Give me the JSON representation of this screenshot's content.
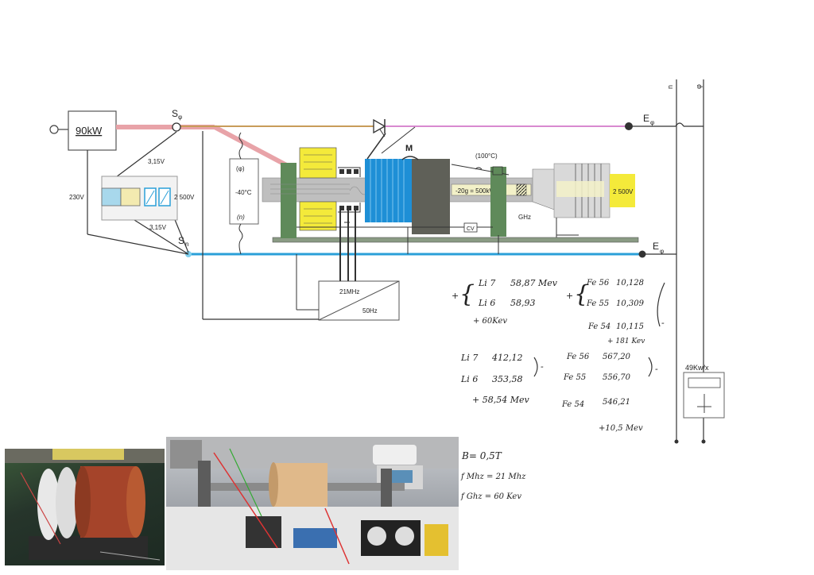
{
  "diagram": {
    "power_box": "90kW",
    "s_phi": "S",
    "s_phi_sub": "φ",
    "s_n": "S",
    "s_n_sub": "n",
    "e_phi_top": "E",
    "e_phi_top_sub": "φ",
    "e_phi_bottom": "E",
    "e_phi_bottom_sub": "φ",
    "bus_n": "n",
    "bus_phi": "φ",
    "v230": "230V",
    "v315_top": "3,15V",
    "v315_bottom": "3,15V",
    "v2500_left": "2 500V",
    "v2500_right": "2 500V",
    "phi_box": "(φ)",
    "minus40": "-40°C",
    "n_box": "(n)",
    "m_label": "M",
    "c100": "(100°C)",
    "g_power": "-20g = 500kW",
    "ghz": "GHz",
    "cv": "CV",
    "mhz21": "21MHz",
    "hz50": "50Hz",
    "meter": "49Kw/x"
  },
  "notes": {
    "li7": "Li 7",
    "li7_val": "58,87 Mev",
    "li6": "Li 6",
    "li6_val": "58,93",
    "li_diff": "+ 60Kev",
    "fe56": "Fe 56",
    "fe56_val": "10,128",
    "fe55": "Fe 55",
    "fe55_val": "10,309",
    "fe54": "Fe 54",
    "fe54_val": "10,115",
    "fe_diff": "+ 181 Kev",
    "li7b": "Li 7",
    "li7b_val": "412,12",
    "li6b": "Li 6",
    "li6b_val": "353,58",
    "li_sum": "+ 58,54 Mev",
    "fe56b": "Fe 56",
    "fe56b_val": "567,20",
    "fe55b": "Fe 55",
    "fe55b_val": "556,70",
    "fe54b": "Fe 54",
    "fe54b_val": "546,21",
    "fe_sum": "+10,5 Mev",
    "plus1": "+",
    "plus2": "+",
    "minus1": "-",
    "minus2": "-",
    "minus3": "-",
    "b_field": "B= 0,5T",
    "f_mhz": "f Mhz = 21 Mhz",
    "f_ghz": "f Ghz = 60 Kev"
  },
  "colors": {
    "pink_line": "#e8a3a8",
    "blue_line": "#2a9fd8",
    "yellow": "#f4ea3a",
    "blue_block": "#1e8fd6",
    "green_dark": "#5f8a5a",
    "gray_body": "#bfbfbf"
  }
}
